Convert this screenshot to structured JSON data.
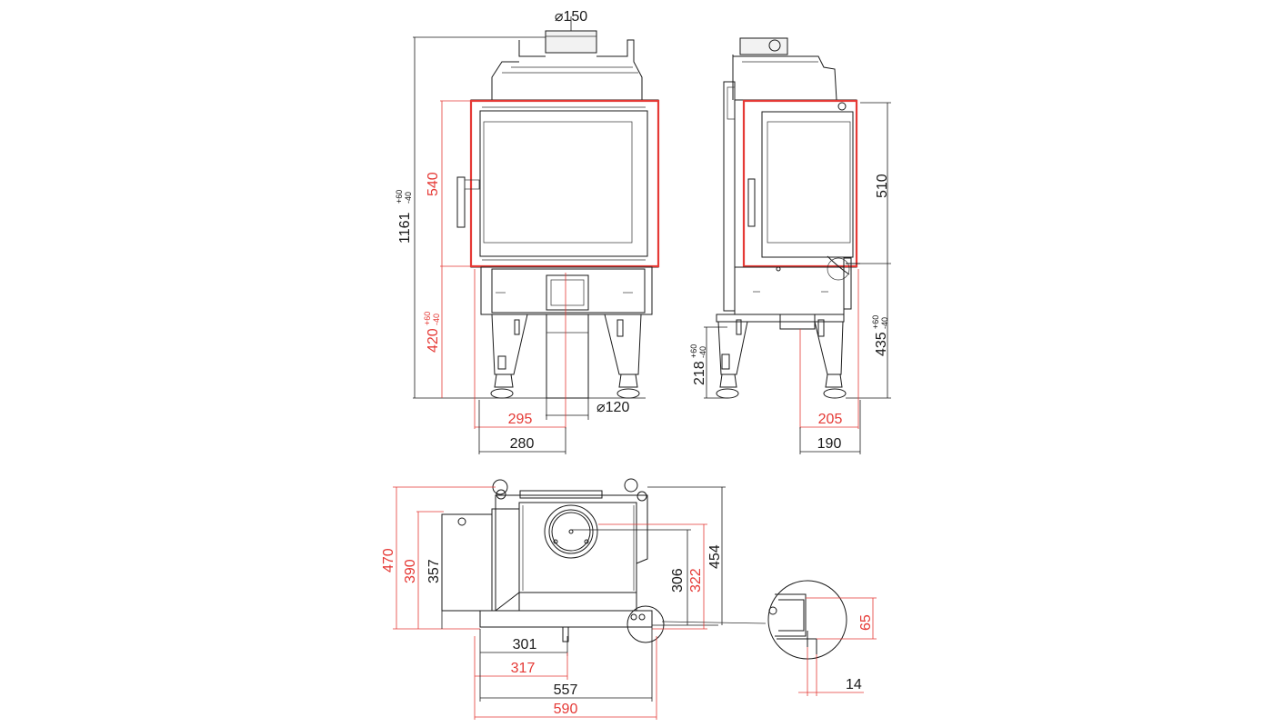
{
  "colors": {
    "dimension_black": "#1a1a1a",
    "dimension_red": "#e53935"
  },
  "front_view": {
    "flue_diameter": "150",
    "total_height": "1161",
    "total_height_tol_plus": "+60",
    "total_height_tol_minus": "-40",
    "door_height": "540",
    "base_height": "420",
    "base_height_tol_plus": "+60",
    "base_height_tol_minus": "-40",
    "air_inlet_diameter": "120",
    "door_width_offset": "295",
    "flue_offset": "280"
  },
  "side_view": {
    "door_height": "510",
    "base_height": "435",
    "base_height_tol_plus": "+60",
    "base_height_tol_minus": "-40",
    "leg_height": "218",
    "leg_height_tol_plus": "+60",
    "leg_height_tol_minus": "-40",
    "door_depth_offset": "205",
    "flue_depth_offset": "190"
  },
  "top_view": {
    "depth_total": "470",
    "depth_390": "390",
    "depth_357": "357",
    "depth_306": "306",
    "depth_322": "322",
    "depth_454": "454",
    "width_301": "301",
    "width_317": "317",
    "width_557": "557",
    "width_590": "590"
  },
  "detail_view": {
    "height_65": "65",
    "width_14": "14"
  },
  "symbols": {
    "diameter": "⌀"
  }
}
